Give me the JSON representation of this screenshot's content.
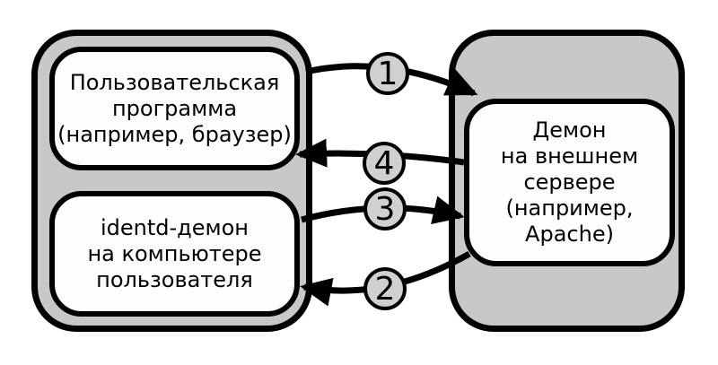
{
  "diagram": {
    "left_group": {
      "id": "user-computer",
      "boxes": [
        {
          "id": "user-program",
          "label": "Пользовательская\nпрограмма\n(например, браузер)"
        },
        {
          "id": "identd-daemon",
          "label": "identd-демон\nна компьютере\nпользователя"
        }
      ]
    },
    "right_group": {
      "id": "external-server",
      "boxes": [
        {
          "id": "server-daemon",
          "label": "Демон\nна внешнем\nсервере\n(например,\nApache)"
        }
      ]
    },
    "arrows": [
      {
        "label": "1",
        "from": "user-program",
        "to": "server-daemon"
      },
      {
        "label": "2",
        "from": "server-daemon",
        "to": "identd-daemon"
      },
      {
        "label": "3",
        "from": "identd-daemon",
        "to": "server-daemon"
      },
      {
        "label": "4",
        "from": "server-daemon",
        "to": "user-program"
      }
    ],
    "colors": {
      "background": "#ffffff",
      "group_fill": "#c8c8c8",
      "box_fill": "#fdfdfd",
      "stroke": "#000000",
      "badge_fill": "#d0d0d0"
    }
  }
}
